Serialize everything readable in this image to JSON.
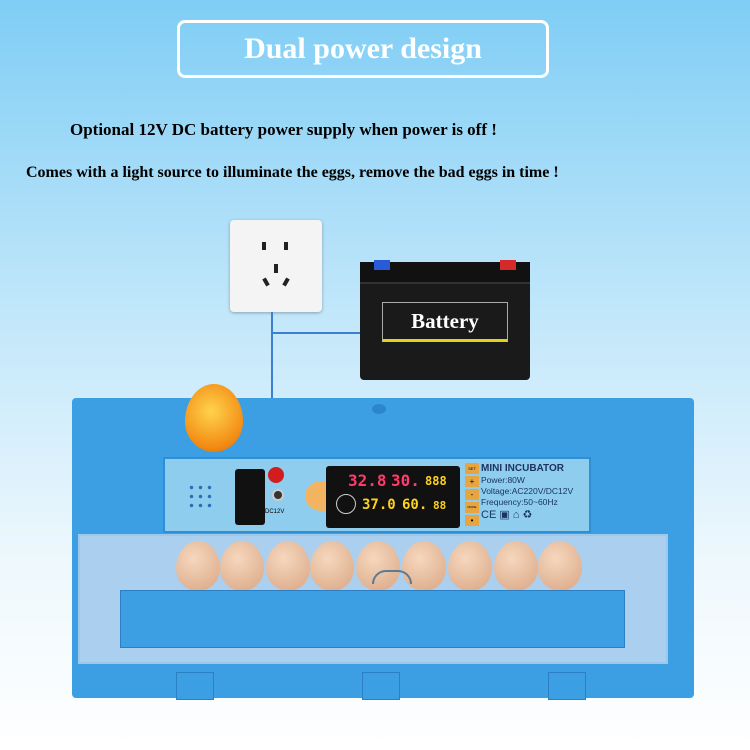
{
  "title": "Dual power design",
  "lines": [
    "Optional 12V DC battery power supply when power is off !",
    "Comes with a light source to illuminate the eggs, remove the bad eggs in time !"
  ],
  "battery_label": "Battery",
  "panel": {
    "dc_label": "DC12V",
    "display": {
      "temp": "32.8",
      "hum": "30.",
      "days": "888",
      "set_temp": "37.0",
      "set_hum": "60.",
      "count": "88"
    },
    "buttons": [
      "SET",
      "+",
      "-",
      "MODE",
      "•"
    ],
    "info": {
      "name": "MINI INCUBATOR",
      "power": "Power:80W",
      "voltage": "Voltage:AC220V/DC12V",
      "frequency": "Frequency:50~60Hz",
      "certs": "CE ▣ ⌂ ♻"
    }
  },
  "colors": {
    "body": "#3d9fe3",
    "accent_red": "#ff3b6b",
    "accent_yellow": "#ffd21c"
  }
}
